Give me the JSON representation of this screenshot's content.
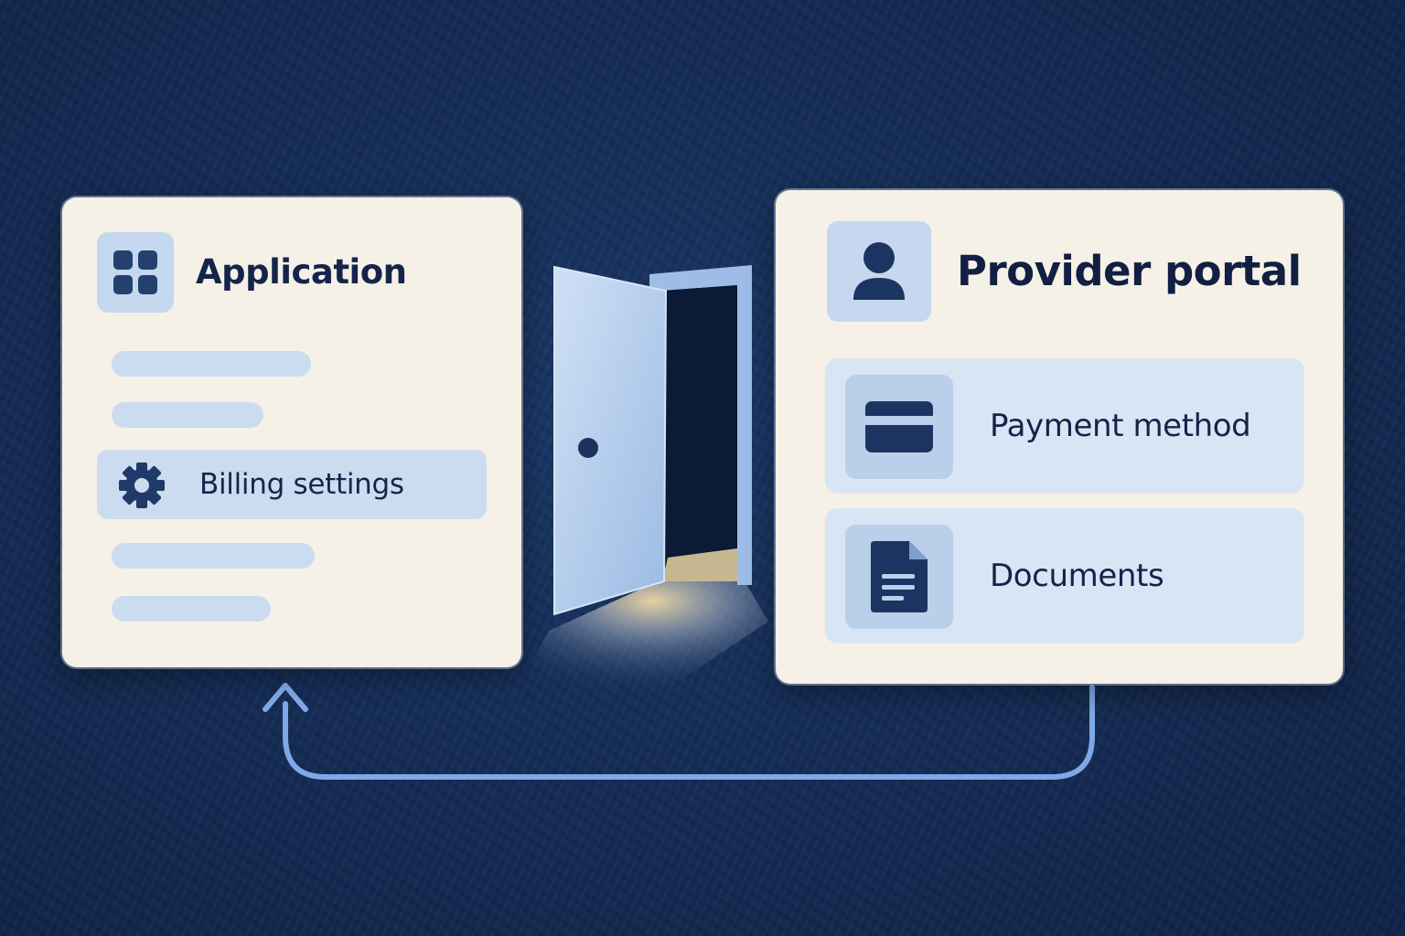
{
  "application": {
    "title": "Application",
    "icon": "grid-icon",
    "highlighted_item": {
      "label": "Billing settings",
      "icon": "gear-icon"
    },
    "placeholder_item_count": 4
  },
  "portal": {
    "title": "Provider portal",
    "icon": "user-icon",
    "items": [
      {
        "label": "Payment method",
        "icon": "credit-card-icon"
      },
      {
        "label": "Documents",
        "icon": "document-icon"
      }
    ]
  },
  "connector": {
    "door_icon": "open-door-icon",
    "return_arrow": "return-arrow"
  },
  "colors": {
    "background": "#142c55",
    "card": "#f5f1e6",
    "accent_light": "#cbdcf0",
    "icon_dark": "#23406f",
    "arrow": "#7ea8e6",
    "door_light": "#f2d9a4"
  }
}
